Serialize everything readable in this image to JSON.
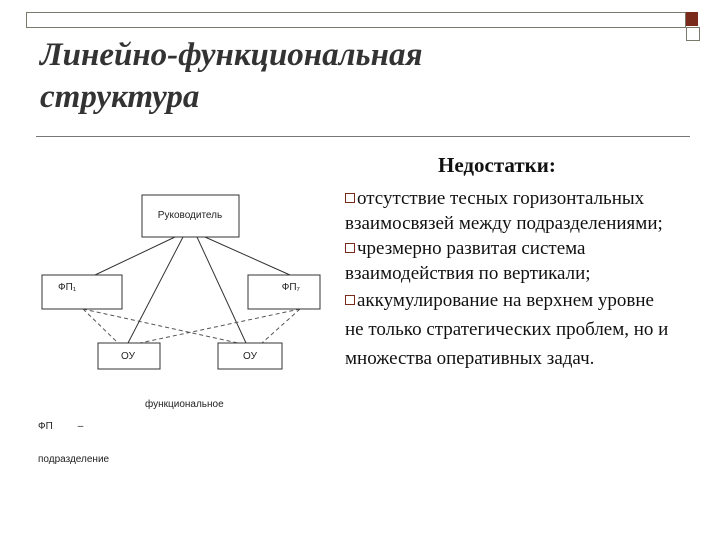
{
  "slide": {
    "title_line1": "Линейно-функциональная",
    "title_line2": "структура",
    "disadvantages_heading": "Недостатки:",
    "disadvantages": [
      "отсутствие тесных горизонтальных взаимосвязей между подразделениями;",
      "чрезмерно развитая система взаимодействия по вертикали;",
      "аккумулирование на верхнем уровне не только стратегических проблем, но и множества оперативных задач."
    ],
    "accent_color": "#7a2a1a"
  },
  "diagram": {
    "boss_label": "Руководитель",
    "fp1_label": "ФП₁",
    "fp2_label": "ФП₇",
    "ou1_label": "ОУ",
    "ou2_label": "ОУ",
    "legend_left_line1": "ФП         –",
    "legend_left_line2": "подразделение",
    "legend_right": "функциональное"
  }
}
